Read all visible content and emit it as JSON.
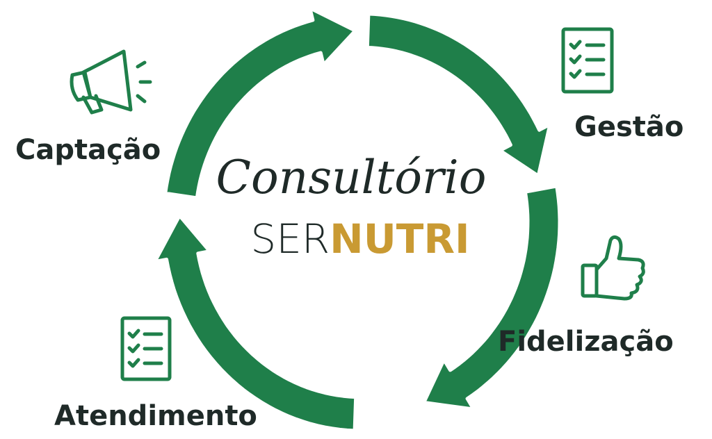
{
  "center": {
    "title": "Consultório",
    "brand_part1": "SER",
    "brand_part2": "NUTRI"
  },
  "stages": [
    {
      "label": "Captação",
      "icon": "megaphone-icon"
    },
    {
      "label": "Gestão",
      "icon": "checklist-icon"
    },
    {
      "label": "Fidelização",
      "icon": "thumbs-up-icon"
    },
    {
      "label": "Atendimento",
      "icon": "checklist-icon"
    }
  ],
  "colors": {
    "green": "#1f7f4a",
    "gold": "#c99a33",
    "text": "#1f2a28"
  }
}
